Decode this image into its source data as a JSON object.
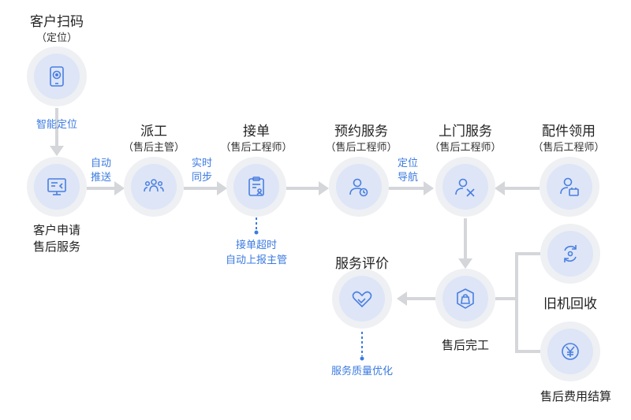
{
  "nodes": {
    "scan": {
      "title": "客户扫码",
      "sub": "（定位）"
    },
    "apply": {
      "label_line1": "客户申请",
      "label_line2": "售后服务"
    },
    "dispatch": {
      "title": "派工",
      "sub": "（售后主管）"
    },
    "accept": {
      "title": "接单",
      "sub": "（售后工程师）"
    },
    "book": {
      "title": "预约服务",
      "sub": "（售后工程师）"
    },
    "onsite": {
      "title": "上门服务",
      "sub": "（售后工程师）"
    },
    "parts": {
      "title": "配件领用",
      "sub": "（售后工程师）"
    },
    "complete": {
      "label": "售后完工"
    },
    "evaluate": {
      "title": "服务评价"
    },
    "recycle": {
      "label": "旧机回收"
    },
    "settle": {
      "label": "售后费用结算"
    }
  },
  "edges": {
    "smart_locate": "智能定位",
    "auto_push_1": "自动",
    "auto_push_2": "推送",
    "realtime_1": "实时",
    "realtime_2": "同步",
    "locate_nav_1": "定位",
    "locate_nav_2": "导航"
  },
  "notes": {
    "timeout_1": "接单超时",
    "timeout_2": "自动上报主管",
    "quality": "服务质量优化"
  },
  "colors": {
    "accent": "#3c7be0",
    "icon_stroke": "#4a7fe0",
    "connector": "#d4d6da",
    "node_outer": "#eef0f3",
    "node_inner": "#dde5f7"
  },
  "icons": {
    "scan": "phone-scan-icon",
    "apply": "monitor-icon",
    "dispatch": "team-icon",
    "accept": "clipboard-icon",
    "book": "user-clock-icon",
    "onsite": "user-tools-icon",
    "parts": "user-card-icon",
    "complete": "bag-icon",
    "evaluate": "handshake-icon",
    "recycle": "recycle-icon",
    "settle": "yen-icon"
  }
}
